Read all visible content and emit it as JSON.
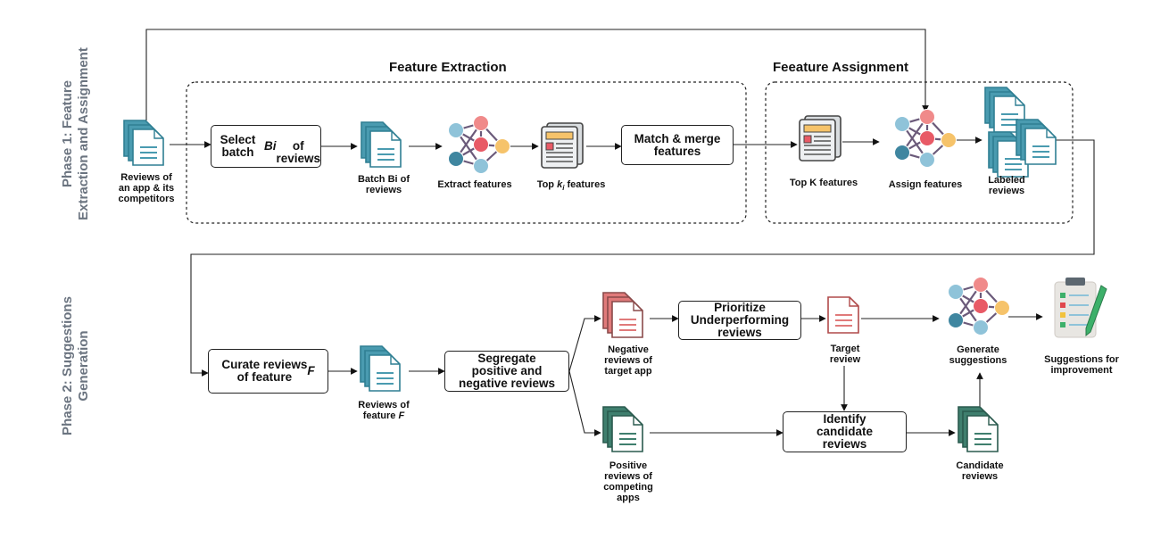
{
  "phases": {
    "phase1": "Phase 1:  Feature\nExtraction and Assignment",
    "phase2": "Phase 2:  Suggestions\nGeneration"
  },
  "sections": {
    "feature_extraction": "Feature Extraction",
    "feature_assignment": "Feeature Assignment"
  },
  "process_boxes": {
    "select_batch": "Select batch Bi\nof reviews",
    "match_merge": "Match & merge\nfeatures",
    "curate": "Curate reviews\nof feature F",
    "segregate": "Segregate\npositive and\nnegative reviews",
    "prioritize": "Prioritize\nUnderperforming\nreviews",
    "identify": "Identify\ncandidate\nreviews"
  },
  "captions": {
    "reviews_app": "Reviews of\nan app & its\ncompetitors",
    "batch_bi": "Batch Bi of\nreviews",
    "extract_features": "Extract features",
    "top_ki": "Top ki features",
    "top_k": "Top K features",
    "assign_features": "Assign features",
    "labeled_reviews": "Labeled\nreviews",
    "reviews_feature_f": "Reviews of\nfeature F",
    "negative_reviews": "Negative\nreviews of\ntarget app",
    "positive_reviews": "Positive\nreviews of\ncompeting\napps",
    "target_review": "Target\nreview",
    "candidate_reviews": "Candidate\nreviews",
    "generate_suggestions": "Generate\nsuggestions",
    "suggestions_improvement": "Suggestions for\nimprovement"
  },
  "colors": {
    "doc_teal": "#4a9bb0",
    "doc_teal_dark": "#2f7f93",
    "doc_red": "#e07a7a",
    "doc_green": "#3f7f6e",
    "node_red": "#e85a66",
    "node_pink": "#f08a8a",
    "node_blue": "#8fc3d9",
    "node_dark": "#3f86a0",
    "node_yellow": "#f6c36a",
    "edge": "#6b5a7a"
  }
}
